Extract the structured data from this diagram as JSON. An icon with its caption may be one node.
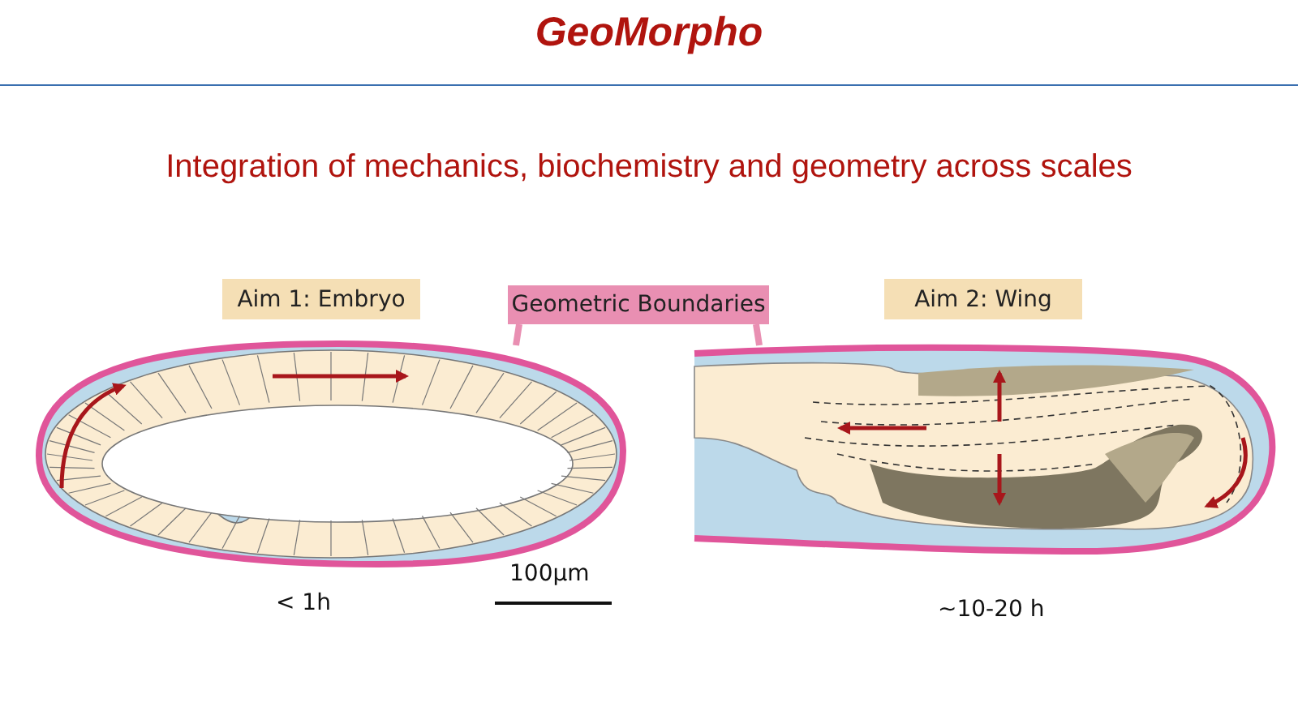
{
  "diagram": {
    "title": "GeoMorpho",
    "nodes": [
      {
        "text": [
          "Aim 1: Embryo"
        ]
      },
      {
        "text": [
          "Geometric Boundaries"
        ]
      },
      {
        "text": [
          "Aim 2: Wing"
        ]
      },
      {
        "text": [],
        "shape": "picture"
      },
      {
        "text": [],
        "shape": "picture"
      }
    ],
    "edges": [
      {
        "from": 1,
        "to": 3,
        "arrow": "none"
      },
      {
        "from": 1,
        "to": 4,
        "arrow": "none"
      }
    ],
    "labels": [
      "Integration of mechanics, biochemistry and geometry across scales",
      "< 1h",
      "100µm",
      "~10-20 h"
    ]
  }
}
